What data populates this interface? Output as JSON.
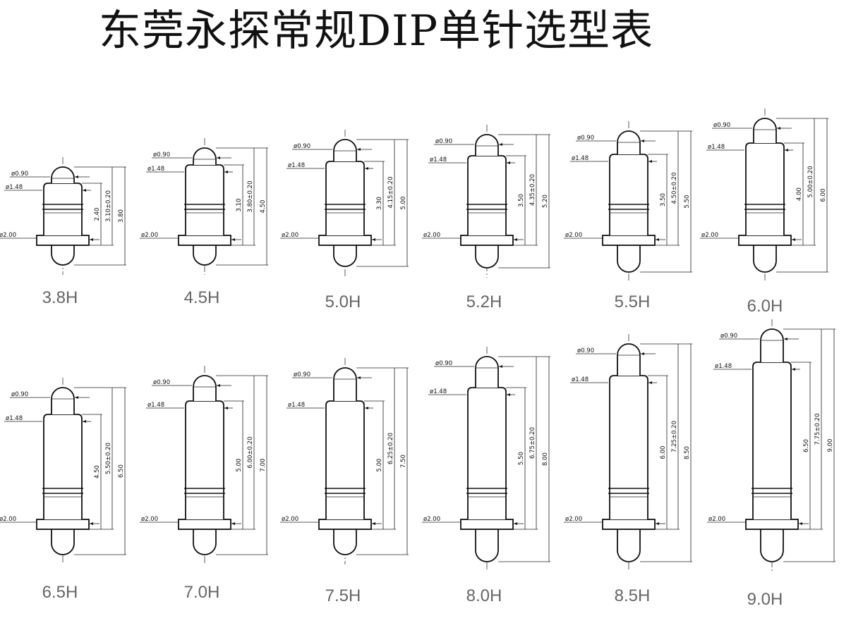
{
  "title": "东莞永探常规DIP单针选型表",
  "colors": {
    "line": "#111111",
    "caption": "#666666",
    "background": "#ffffff"
  },
  "labels": {
    "tip_dia": "ø0.90",
    "barrel_dia": "ø1.48",
    "flange_dia": "ø2.00"
  },
  "pins": [
    {
      "name": "3.8H",
      "dims": [
        "2.40",
        "3.10±0.20",
        "3.80"
      ]
    },
    {
      "name": "4.5H",
      "dims": [
        "3.10",
        "3.80±0.20",
        "4.50"
      ]
    },
    {
      "name": "5.0H",
      "dims": [
        "3.30",
        "4.15±0.20",
        "5.00"
      ]
    },
    {
      "name": "5.2H",
      "dims": [
        "3.50",
        "4.35±0.20",
        "5.20"
      ]
    },
    {
      "name": "5.5H",
      "dims": [
        "3.50",
        "4.50±0.20",
        "5.50"
      ]
    },
    {
      "name": "6.0H",
      "dims": [
        "4.00",
        "5.00±0.20",
        "6.00"
      ]
    },
    {
      "name": "6.5H",
      "dims": [
        "4.50",
        "5.50±0.20",
        "6.50"
      ]
    },
    {
      "name": "7.0H",
      "dims": [
        "5.00",
        "6.00±0.20",
        "7.00"
      ]
    },
    {
      "name": "7.5H",
      "dims": [
        "5.00",
        "6.25±0.20",
        "7.50"
      ]
    },
    {
      "name": "8.0H",
      "dims": [
        "5.50",
        "6.75±0.20",
        "8.00"
      ]
    },
    {
      "name": "8.5H",
      "dims": [
        "6.00",
        "7.25±0.20",
        "8.50"
      ]
    },
    {
      "name": "9.0H",
      "dims": [
        "6.50",
        "7.75±0.20",
        "9.00"
      ]
    }
  ]
}
